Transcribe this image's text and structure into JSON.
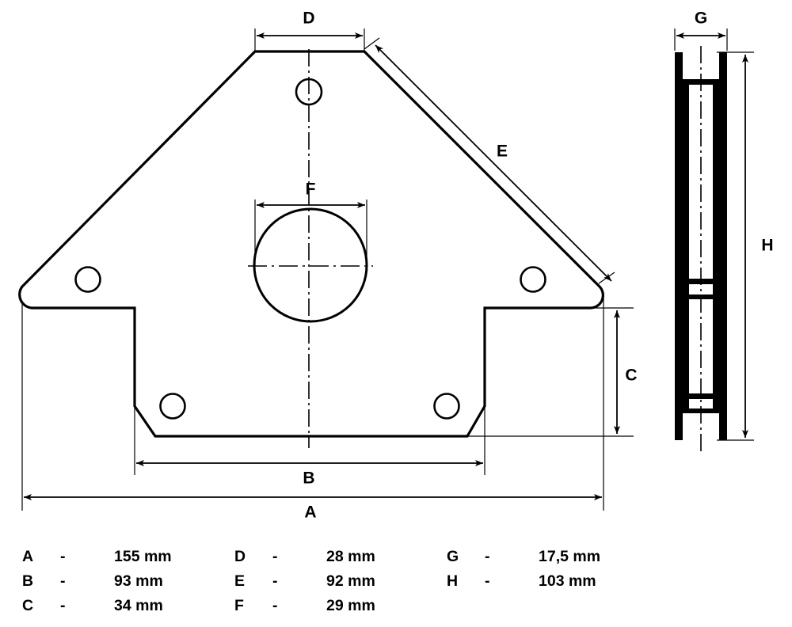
{
  "drawing": {
    "title": "Welding magnet square dimensional drawing",
    "line_color": "#000000",
    "background_color": "#ffffff",
    "views": [
      {
        "name": "front-view",
        "label": ""
      },
      {
        "name": "side-view",
        "label": ""
      }
    ],
    "dimension_labels": {
      "A": "A",
      "B": "B",
      "C": "C",
      "D": "D",
      "E": "E",
      "F": "F",
      "G": "G",
      "H": "H"
    }
  },
  "legend": {
    "rows": [
      {
        "key1": "A",
        "dash1": "-",
        "value1": "155 mm",
        "key2": "D",
        "dash2": "-",
        "value2": "28 mm",
        "key3": "G",
        "dash3": "-",
        "value3": "17,5 mm"
      },
      {
        "key1": "B",
        "dash1": "-",
        "value1": "93 mm",
        "key2": "E",
        "dash2": "-",
        "value2": "92 mm",
        "key3": "H",
        "dash3": "-",
        "value3": "103 mm"
      },
      {
        "key1": "C",
        "dash1": "-",
        "value1": "34 mm",
        "key2": "F",
        "dash2": "-",
        "value2": "29 mm",
        "key3": "",
        "dash3": "",
        "value3": ""
      }
    ]
  },
  "measurements": {
    "A": {
      "label": "A",
      "value": "155 mm",
      "description": "overall width"
    },
    "B": {
      "label": "B",
      "value": "93 mm",
      "description": "bottom base width"
    },
    "C": {
      "label": "C",
      "value": "34 mm",
      "description": "bottom leg height"
    },
    "D": {
      "label": "D",
      "value": "28 mm",
      "description": "top flat width"
    },
    "E": {
      "label": "E",
      "value": "92 mm",
      "description": "diagonal edge length"
    },
    "F": {
      "label": "F",
      "value": "29 mm",
      "description": "central hole diameter"
    },
    "G": {
      "label": "G",
      "value": "17,5 mm",
      "description": "side view thickness"
    },
    "H": {
      "label": "H",
      "value": "103 mm",
      "description": "side view height"
    }
  }
}
